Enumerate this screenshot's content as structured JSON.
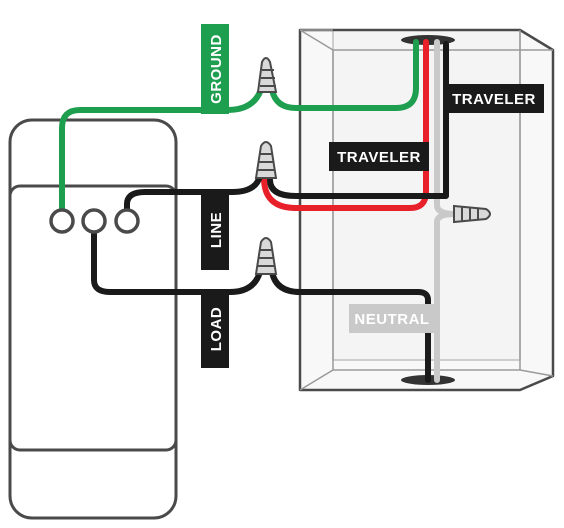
{
  "labels": {
    "ground": "GROUND",
    "traveler_top": "TRAVELER",
    "traveler_mid": "TRAVELER",
    "line": "LINE",
    "load": "LOAD",
    "neutral": "NEUTRAL"
  },
  "colors": {
    "ground_wire": "#1e9e4f",
    "hot_wire": "#1a1a1a",
    "traveler_red": "#e8202a",
    "neutral_wire": "#c9c9c9",
    "outline": "#4a4a4a",
    "label_dark_bg": "#1a1a1a",
    "label_ground_bg": "#1e9e4f",
    "label_neutral_bg": "#c9c9c9",
    "label_text": "#ffffff"
  },
  "icons": {
    "connector": "wire-nut-icon",
    "terminal": "screw-terminal-icon"
  }
}
